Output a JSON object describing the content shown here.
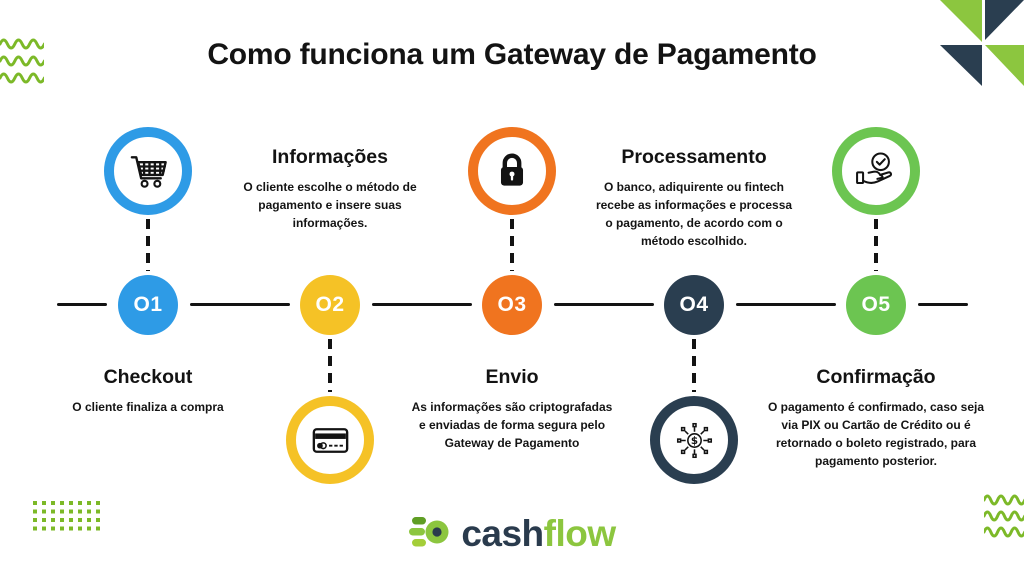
{
  "title": "Como funciona um Gateway de Pagamento",
  "colors": {
    "step1_blue": "#2E9BE6",
    "step2_yellow": "#F5C226",
    "step3_orange": "#F0741F",
    "step4_navy": "#2A3E50",
    "step5_green": "#6CC551",
    "decoration_lime": "#7CB928",
    "logo_navy": "#2A3B4D",
    "logo_green": "#8CC63F",
    "line_black": "#131313"
  },
  "steps": [
    {
      "number": "O1",
      "icon": "shopping-cart-icon",
      "icon_position": "above",
      "heading": "Checkout",
      "body": "O cliente finaliza a compra"
    },
    {
      "number": "O2",
      "icon": "credit-card-icon",
      "icon_position": "below",
      "heading": "Informações",
      "body": "O cliente escolhe o método de pagamento e insere suas informações."
    },
    {
      "number": "O3",
      "icon": "lock-icon",
      "icon_position": "above",
      "heading": "Envio",
      "body": "As informações são criptografadas e enviadas de forma segura pelo Gateway de Pagamento"
    },
    {
      "number": "O4",
      "icon": "payment-network-icon",
      "icon_position": "below",
      "heading": "Processamento",
      "body": "O banco, adiquirente ou fintech recebe as informações e processa o pagamento, de acordo com o método escolhido."
    },
    {
      "number": "O5",
      "icon": "hand-check-icon",
      "icon_position": "above",
      "heading": "Confirmação",
      "body": "O pagamento é confirmado, caso seja via PIX ou Cartão de Crédito ou é retornado o boleto registrado, para pagamento posterior."
    }
  ],
  "logo": {
    "text_primary": "cash",
    "text_secondary": "flow"
  }
}
